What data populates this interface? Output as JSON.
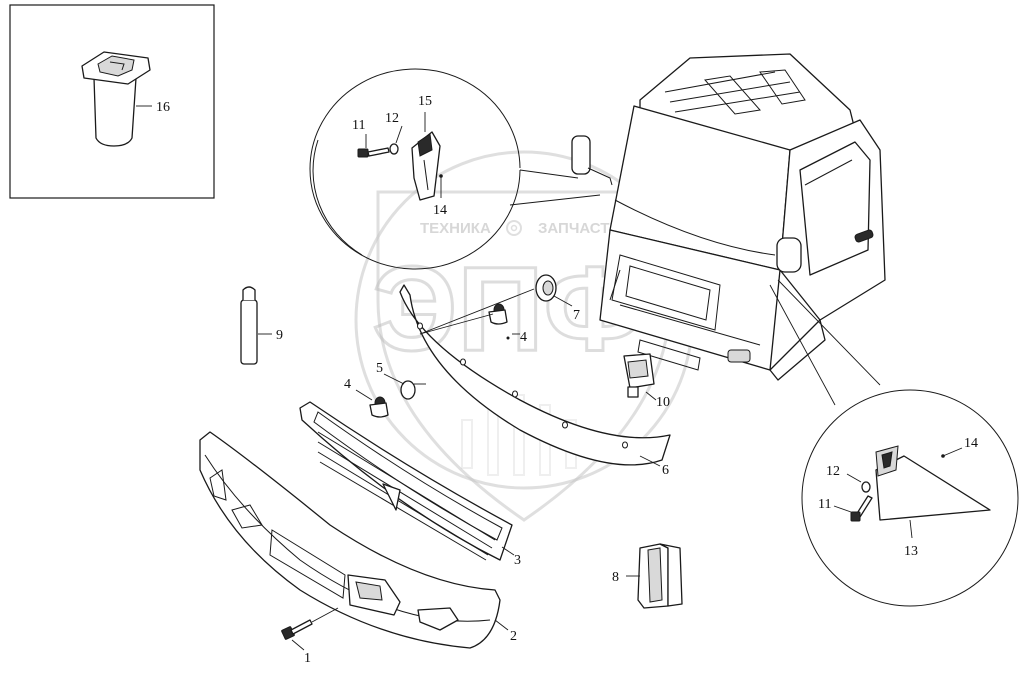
{
  "watermark": {
    "left_word": "ТЕХНИКА",
    "right_word": "ЗАПЧАСТИ",
    "big_letters": "ЭПФ"
  },
  "callouts": {
    "c1": "1",
    "c2": "2",
    "c3": "3",
    "c4a": "4",
    "c4b": "4",
    "c5": "5",
    "c6": "6",
    "c7": "7",
    "c8": "8",
    "c9": "9",
    "c10": "10",
    "c11a": "11",
    "c11b": "11",
    "c12a": "12",
    "c12b": "12",
    "c13": "13",
    "c14a": "14",
    "c14b": "14",
    "c15": "15",
    "c16": "16"
  },
  "colors": {
    "line": "#1a1a1a",
    "watermark": "#bdbdbd",
    "background": "#ffffff"
  }
}
